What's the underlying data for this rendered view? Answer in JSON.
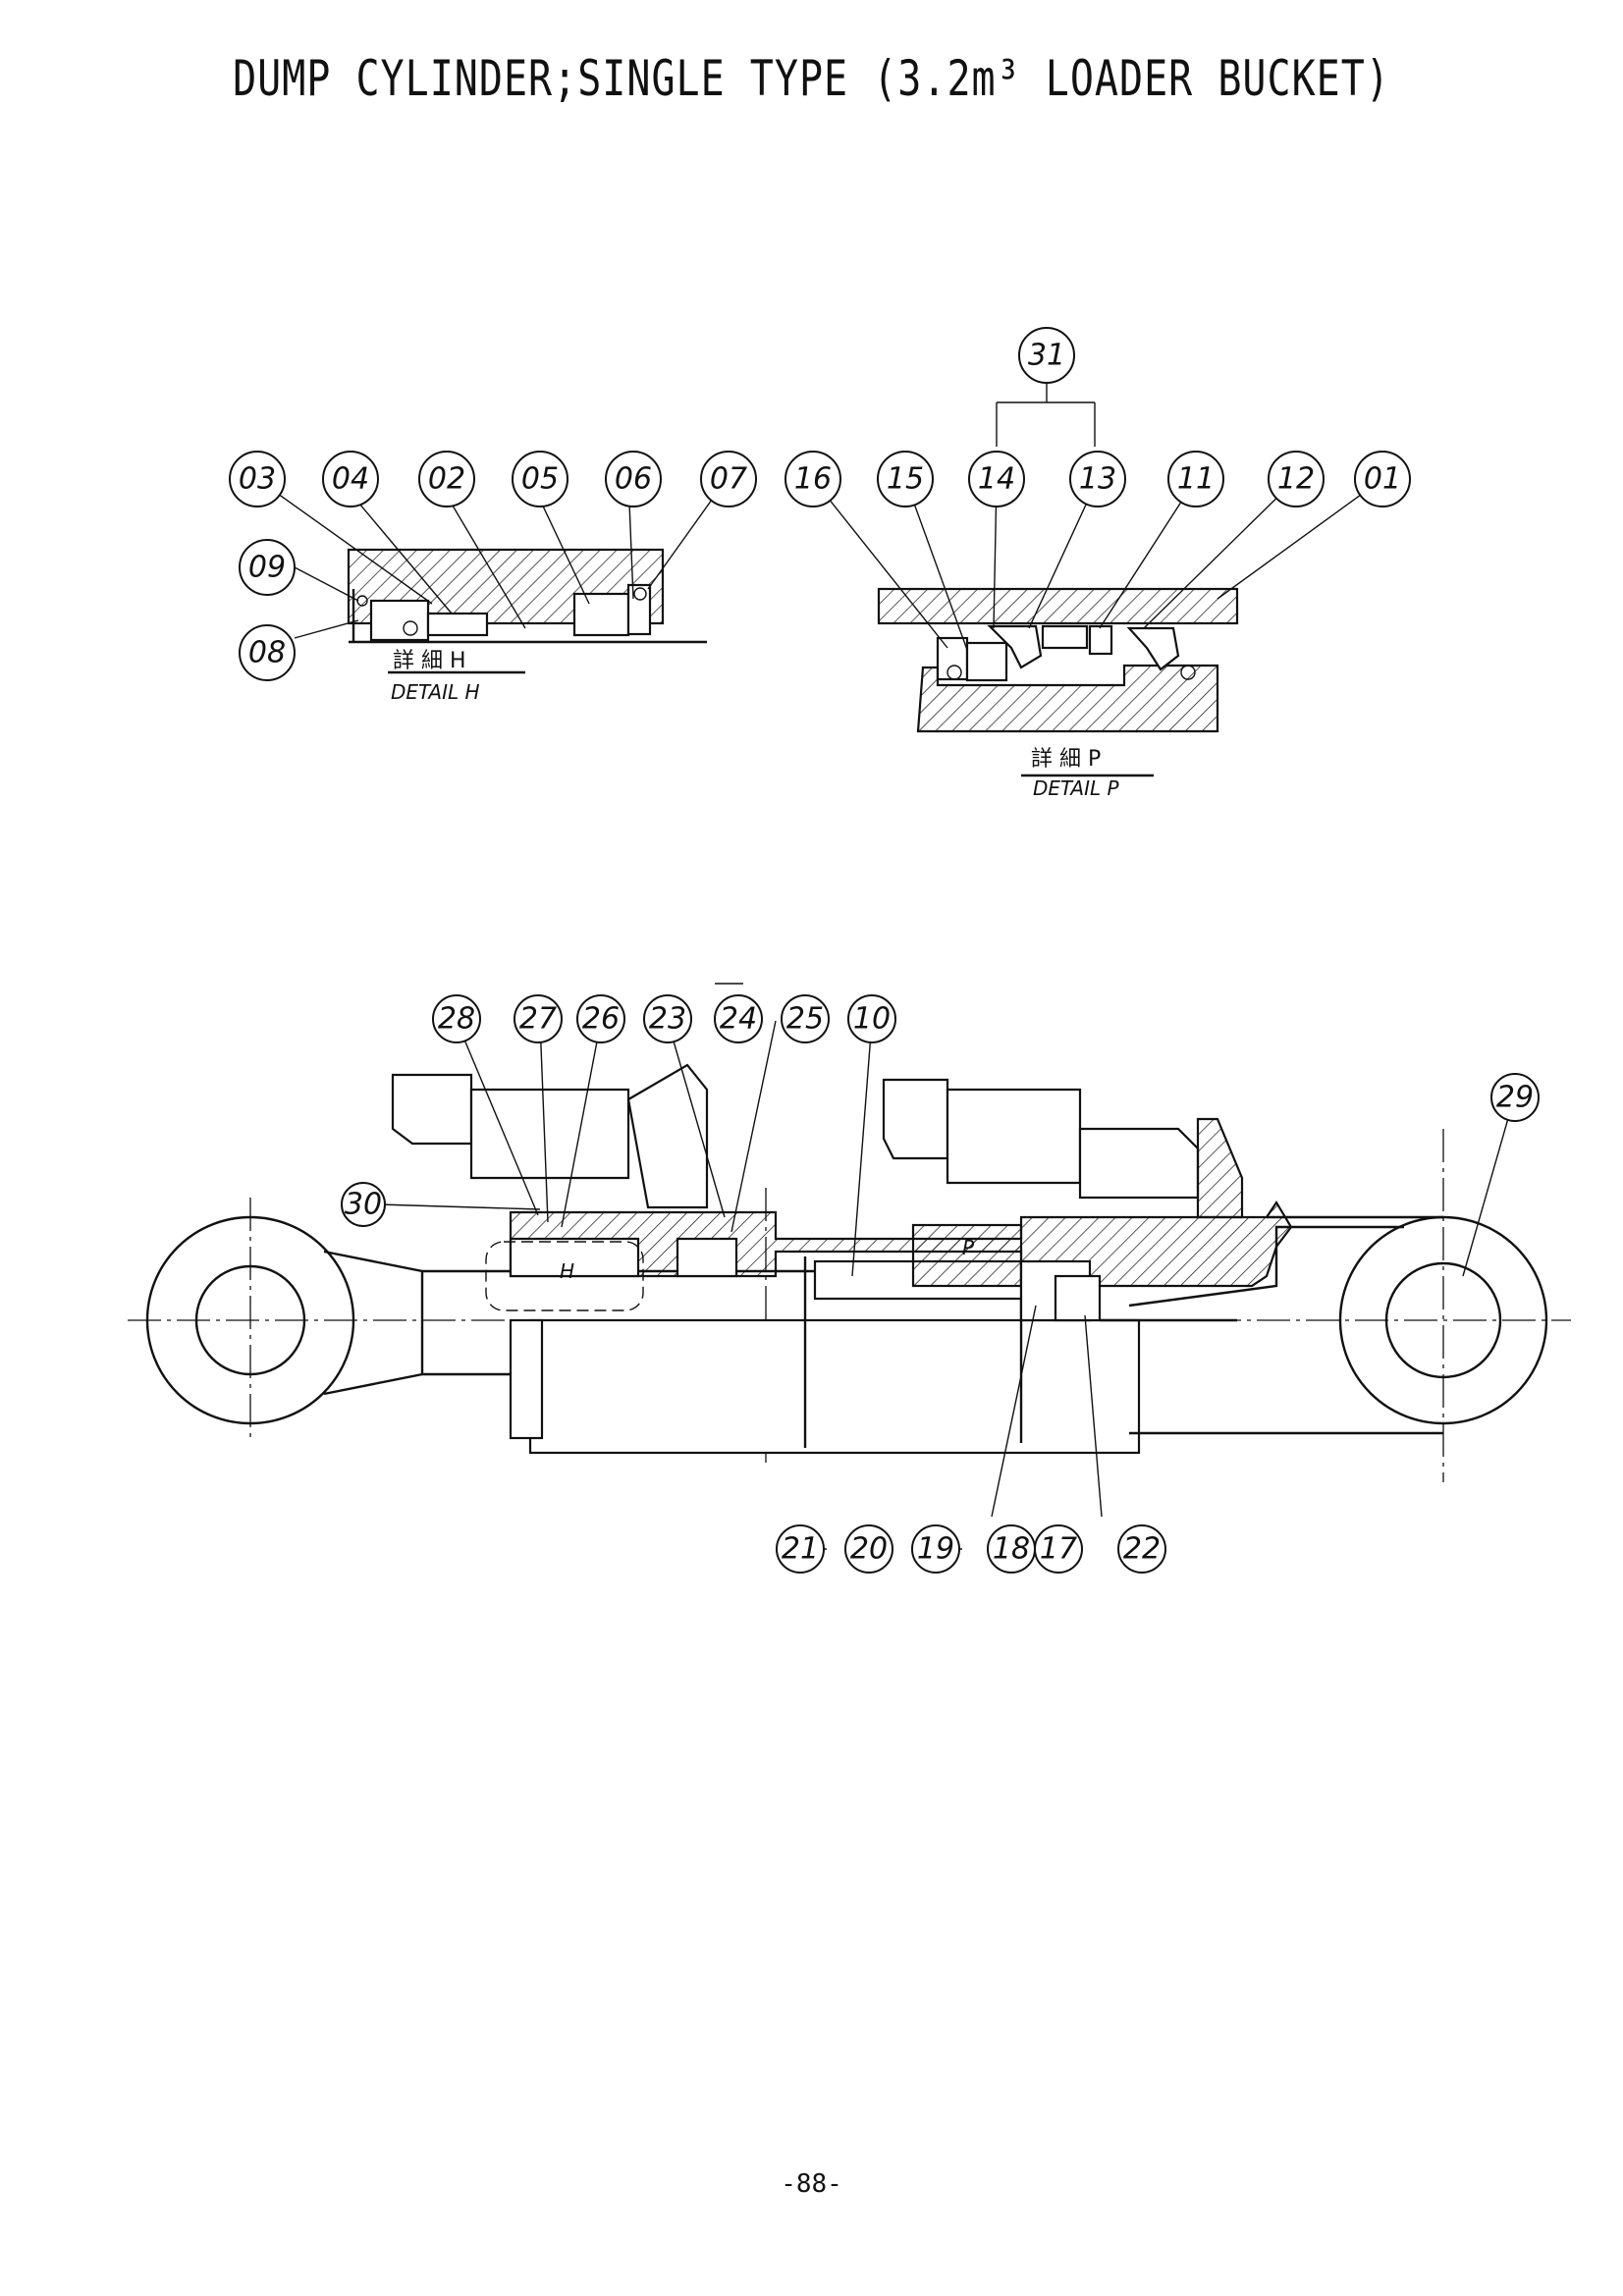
{
  "title": "DUMP CYLINDER;SINGLE TYPE (3.2m³ LOADER BUCKET)",
  "page_number": "-88-",
  "detail_h": {
    "label_jp": "詳 細 H",
    "label_en": "DETAIL H",
    "callouts": [
      "03",
      "04",
      "02",
      "05",
      "06",
      "07",
      "09",
      "08"
    ]
  },
  "detail_p": {
    "label_jp": "詳 細 P",
    "label_en": "DETAIL P",
    "group_callout": "31",
    "callouts": [
      "16",
      "15",
      "14",
      "13",
      "11",
      "12",
      "01"
    ]
  },
  "main_assembly": {
    "top_callouts": [
      "28",
      "27",
      "26",
      "23",
      "24",
      "25",
      "10"
    ],
    "right_callout": "29",
    "left_callout": "30",
    "bottom_callouts": [
      "21",
      "20",
      "19",
      "18",
      "17",
      "22"
    ],
    "marker_h": "H",
    "marker_p": "P"
  }
}
